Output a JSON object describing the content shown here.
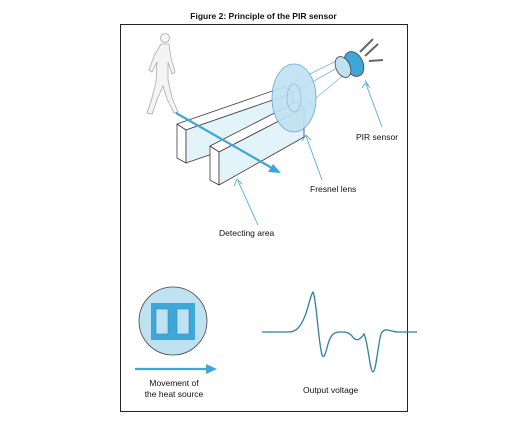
{
  "figure": {
    "title": "Figure 2: Principle of the PIR sensor"
  },
  "labels": {
    "pir_sensor": "PIR sensor",
    "fresnel_lens": "Fresnel lens",
    "detecting_area": "Detecting area",
    "movement_line1": "Movement of",
    "movement_line2": "the heat source",
    "output_voltage": "Output voltage"
  },
  "colors": {
    "accent": "#3fa6d8",
    "light_fill": "#bfe2f2",
    "pale_fill": "#e3f3fa",
    "outline": "#444444"
  }
}
